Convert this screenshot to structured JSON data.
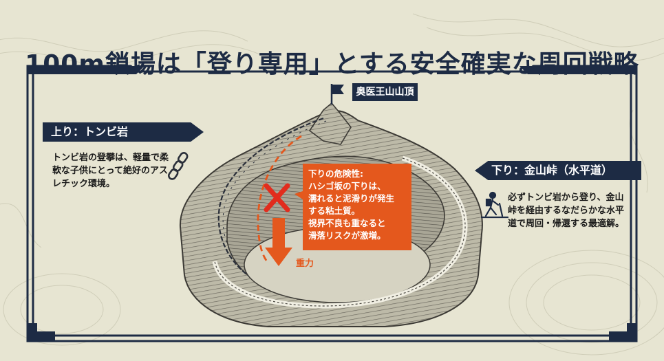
{
  "title": "100m鎖場は「登り専用」とする安全確実な周回戦略",
  "summit": "奥医王山山頂",
  "ascent": {
    "label": "上り：トンビ岩",
    "desc": "トンビ岩の登攀は、軽量で柔軟な子供にとって絶好のアスレチック環境。"
  },
  "descent": {
    "label": "下り：金山峠（水平道）",
    "desc": "必ずトンビ岩から登り、金山峠を経由するなだらかな水平道で周回・帰還する最適解。"
  },
  "danger": {
    "lines": [
      "下りの危険性:",
      "ハシゴ坂の下りは、",
      "濡れると泥滑りが発生",
      "する粘土質。",
      "視界不良も重なると",
      "滑落リスクが激増。"
    ]
  },
  "gravity_label": "重力",
  "colors": {
    "navy": "#1d2b44",
    "accent": "#e4581d",
    "background": "#e7e5d2"
  },
  "icons": [
    "flag-icon",
    "chain-icon",
    "hiker-icon",
    "cross-icon",
    "down-arrow-icon"
  ]
}
